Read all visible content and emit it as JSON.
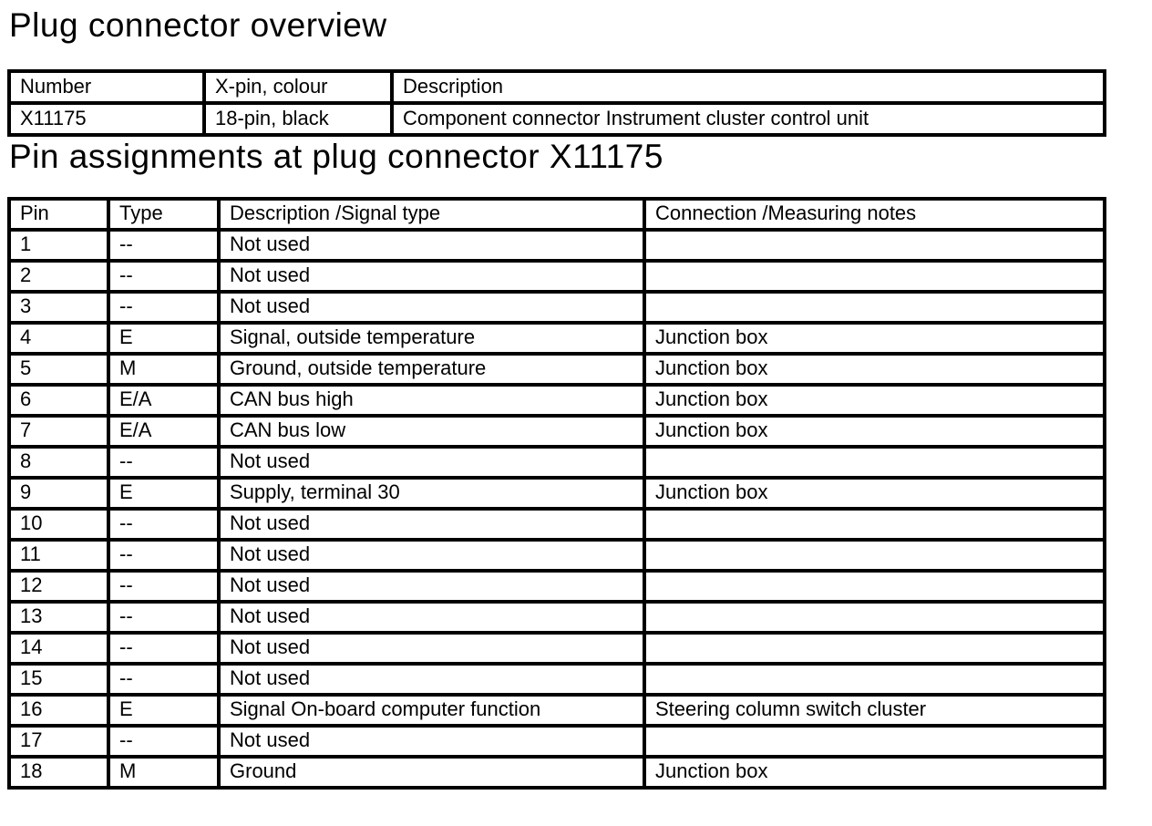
{
  "page": {
    "section1_title": "Plug connector overview",
    "section2_title": "Pin assignments at plug connector X11175"
  },
  "colors": {
    "text": "#000000",
    "background": "#ffffff",
    "border": "#000000"
  },
  "connector_table": {
    "headers": [
      "Number",
      "X-pin, colour",
      "Description"
    ],
    "rows": [
      [
        "X11175",
        "18-pin, black",
        "Component connector Instrument cluster control unit"
      ]
    ]
  },
  "pin_table": {
    "headers": [
      "Pin",
      "Type",
      "Description /Signal type",
      "Connection /Measuring notes"
    ],
    "rows": [
      [
        "1",
        "--",
        "Not used",
        ""
      ],
      [
        "2",
        "--",
        "Not used",
        ""
      ],
      [
        "3",
        "--",
        "Not used",
        ""
      ],
      [
        "4",
        "E",
        "Signal, outside temperature",
        "Junction box"
      ],
      [
        "5",
        "M",
        "Ground, outside temperature",
        "Junction box"
      ],
      [
        "6",
        "E/A",
        "CAN bus high",
        "Junction box"
      ],
      [
        "7",
        "E/A",
        "CAN bus low",
        "Junction box"
      ],
      [
        "8",
        "--",
        "Not used",
        ""
      ],
      [
        "9",
        "E",
        "Supply, terminal 30",
        "Junction box"
      ],
      [
        "10",
        "--",
        "Not used",
        ""
      ],
      [
        "11",
        "--",
        "Not used",
        ""
      ],
      [
        "12",
        "--",
        "Not used",
        ""
      ],
      [
        "13",
        "--",
        "Not used",
        ""
      ],
      [
        "14",
        "--",
        "Not used",
        ""
      ],
      [
        "15",
        "--",
        "Not used",
        ""
      ],
      [
        "16",
        "E",
        "Signal On-board computer function",
        "Steering column switch cluster"
      ],
      [
        "17",
        "--",
        "Not used",
        ""
      ],
      [
        "18",
        "M",
        "Ground",
        "Junction box"
      ]
    ]
  }
}
